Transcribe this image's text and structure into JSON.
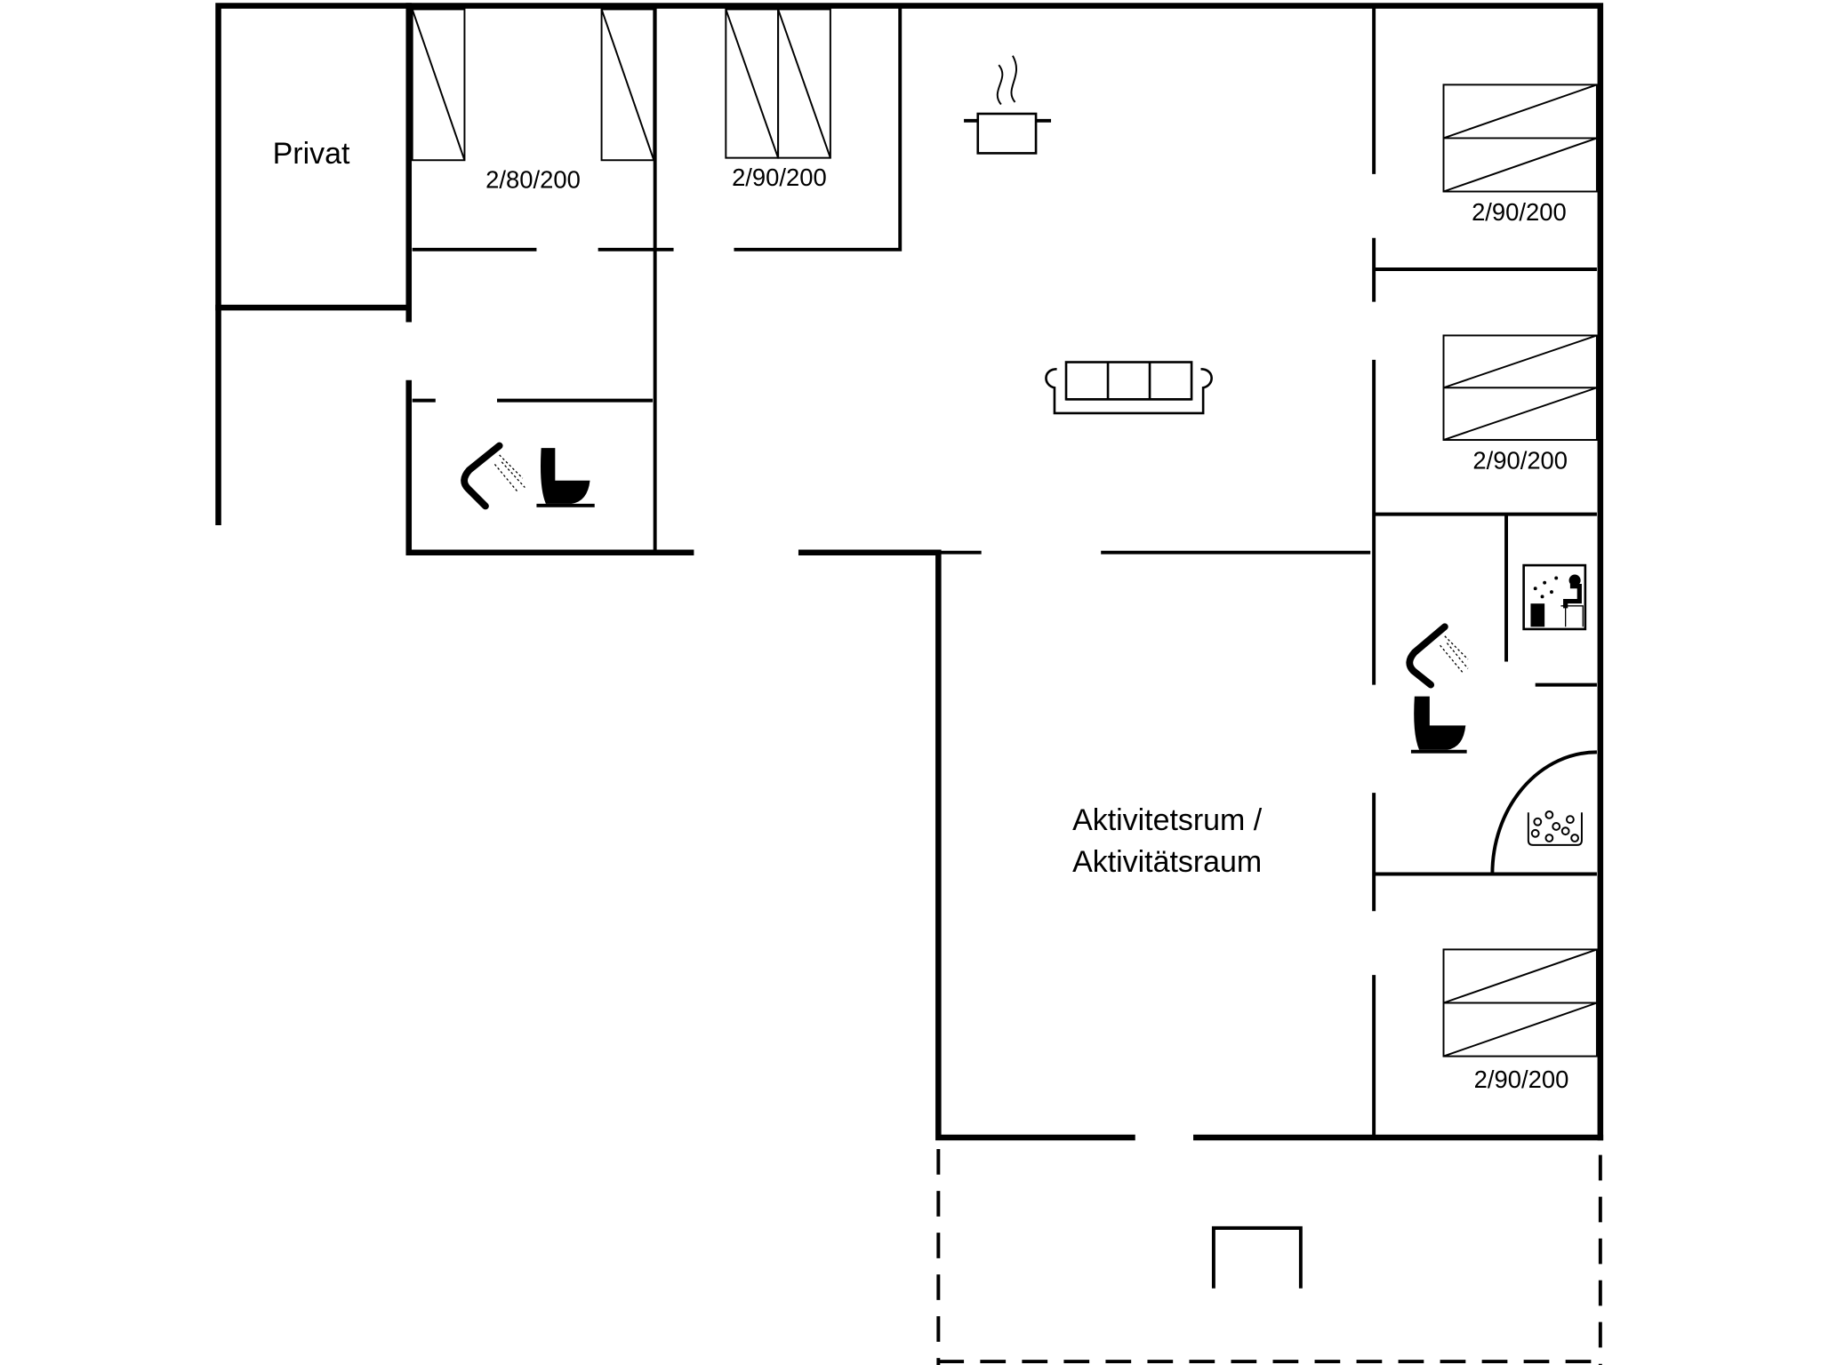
{
  "rooms": {
    "private": "Privat",
    "activity_line1": "Aktivitetsrum /",
    "activity_line2": "Aktivitätsraum"
  },
  "beds": [
    {
      "label": "2/80/200"
    },
    {
      "label": "2/90/200"
    },
    {
      "label": "2/90/200"
    },
    {
      "label": "2/90/200"
    },
    {
      "label": "2/90/200"
    }
  ],
  "icons": [
    "cooking-pot-icon",
    "sofa-icon",
    "shower-icon",
    "toilet-icon",
    "sauna-icon",
    "jacuzzi-icon"
  ]
}
